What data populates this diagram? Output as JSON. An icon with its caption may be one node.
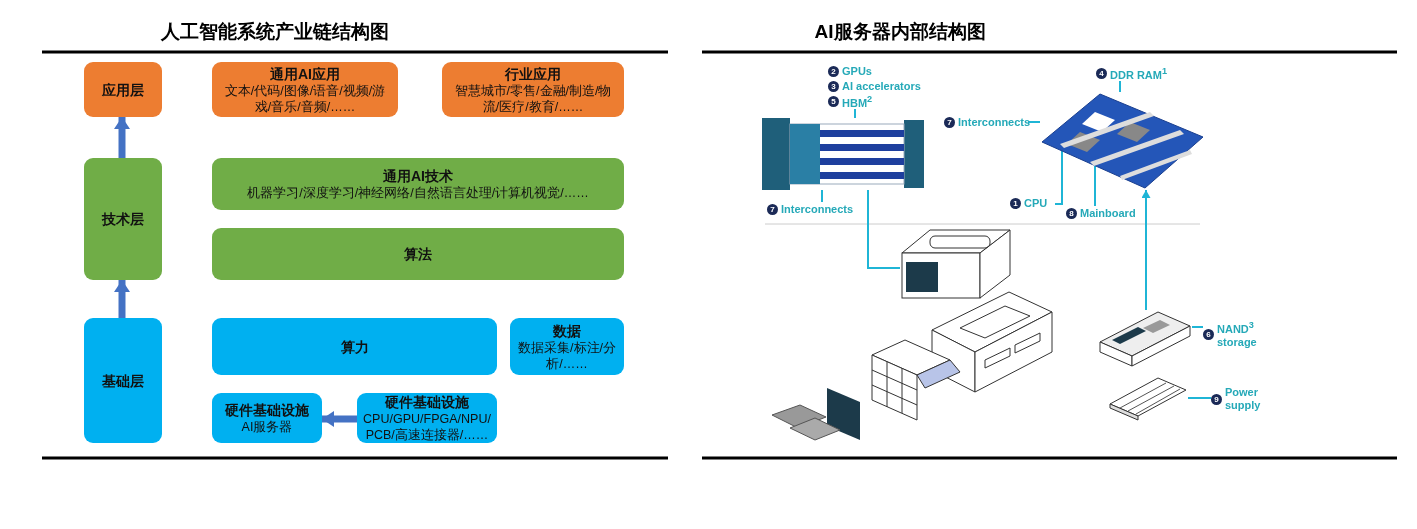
{
  "diagram": {
    "title": "人工智能系统产业链结构图",
    "nodes": [
      {
        "text": [
          "应用层"
        ]
      },
      {
        "text": [
          "通用AI应用",
          "文本/代码/图像/语音/视频/游戏/音乐/音频/……"
        ]
      },
      {
        "text": [
          "行业应用",
          "智慧城市/零售/金融/制造/物流/医疗/教育/……"
        ]
      },
      {
        "text": [
          "技术层"
        ]
      },
      {
        "text": [
          "通用AI技术",
          "机器学习/深度学习/神经网络/自然语言处理/计算机视觉/……"
        ]
      },
      {
        "text": [
          "算法"
        ]
      },
      {
        "text": [
          "基础层"
        ]
      },
      {
        "text": [
          "算力"
        ]
      },
      {
        "text": [
          "数据",
          "数据采集/标注/分析/……"
        ]
      },
      {
        "text": [
          "硬件基础设施",
          "AI服务器"
        ]
      },
      {
        "text": [
          "硬件基础设施",
          "CPU/GPU/FPGA/NPU/PCB/高速连接器/……"
        ]
      },
      {
        "text": [
          "2",
          "GPUs"
        ]
      },
      {
        "text": [
          "3",
          "AI accelerators"
        ]
      },
      {
        "text": [
          "5",
          "HBM$^{2}$"
        ]
      },
      {
        "text": [
          "4",
          "DDR RAM$^{1}$"
        ]
      },
      {
        "text": [
          "7",
          "Interconnects"
        ]
      },
      {
        "text": [
          "7",
          "Interconnects"
        ]
      },
      {
        "text": [
          "1",
          "CPU"
        ]
      },
      {
        "text": [
          "8",
          "Mainboard"
        ]
      },
      {
        "text": [
          "6",
          "NAND$^{3}$ storage"
        ]
      },
      {
        "text": [
          "9",
          "Power supply"
        ]
      },
      {
        "text": [],
        "shape": "picture"
      },
      {
        "text": [],
        "shape": "picture"
      },
      {
        "text": [],
        "shape": "picture"
      },
      {
        "text": [],
        "shape": "picture"
      },
      {
        "text": [],
        "shape": "picture"
      }
    ],
    "edges": [
      {
        "from": 6,
        "to": 3,
        "arrow": "to",
        "style": "thick",
        "color": "#4472c4"
      },
      {
        "from": 3,
        "to": 0,
        "arrow": "to",
        "style": "thick",
        "color": "#4472c4"
      },
      {
        "from": 10,
        "to": 9,
        "arrow": "to",
        "style": "thick",
        "color": "#4472c4"
      },
      {
        "from": 13,
        "to": 21,
        "arrow": "none"
      },
      {
        "from": 16,
        "to": 21,
        "arrow": "none"
      },
      {
        "from": 14,
        "to": 22,
        "arrow": "none"
      },
      {
        "from": 15,
        "to": 22,
        "arrow": "none"
      },
      {
        "from": 17,
        "to": 22,
        "arrow": "none"
      },
      {
        "from": 18,
        "to": 22,
        "arrow": "none"
      },
      {
        "from": 19,
        "to": 24,
        "arrow": "none"
      },
      {
        "from": 20,
        "to": 25,
        "arrow": "none"
      },
      {
        "from": 21,
        "to": 23,
        "arrow": "none"
      },
      {
        "from": 24,
        "to": 22,
        "arrow": "to"
      }
    ],
    "labels": [
      "AI服务器内部结构图"
    ]
  }
}
